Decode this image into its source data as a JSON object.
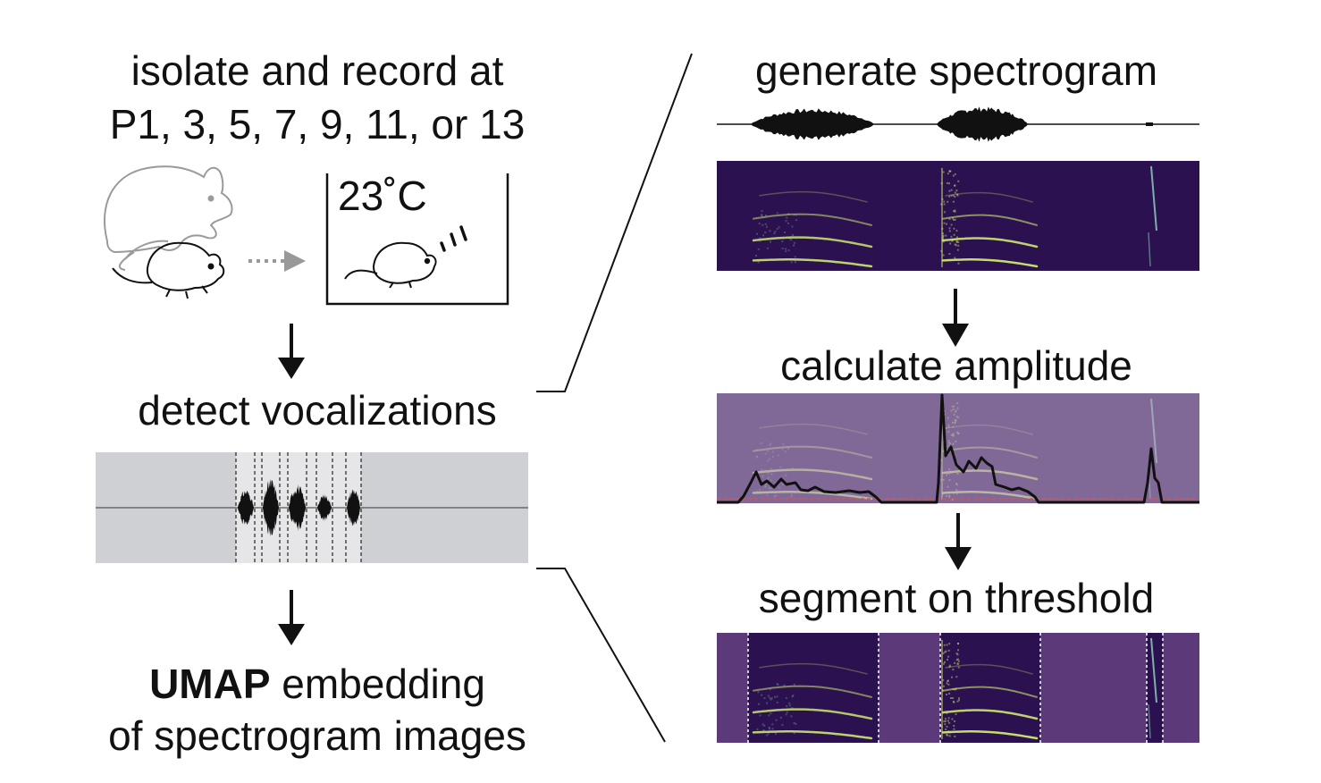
{
  "left_column": {
    "step1_line1": "isolate and record at",
    "step1_line2": "P1, 3, 5, 7, 9, 11, or 13",
    "chamber_temperature": "23˚C",
    "step2": "detect vocalizations",
    "step3_bold": "UMAP",
    "step3_rest": " embedding",
    "step3_line2": "of spectrogram images"
  },
  "right_column": {
    "step_a": "generate spectrogram",
    "step_b": "calculate amplitude",
    "step_c": "segment on threshold"
  },
  "colors": {
    "spectrogram_background": "#2c1150",
    "harmonic_line": "#cde86f",
    "amplitude_overlay": "#8d6d9c",
    "threshold_line": "#d9534f",
    "waveform_panel": "#cfd0d3",
    "arrow_gray": "#999999"
  },
  "icons": [
    "mouse-adult-icon",
    "mouse-pup-icon",
    "dotted-arrow-icon",
    "sound-waves-icon",
    "down-arrow-icon"
  ]
}
